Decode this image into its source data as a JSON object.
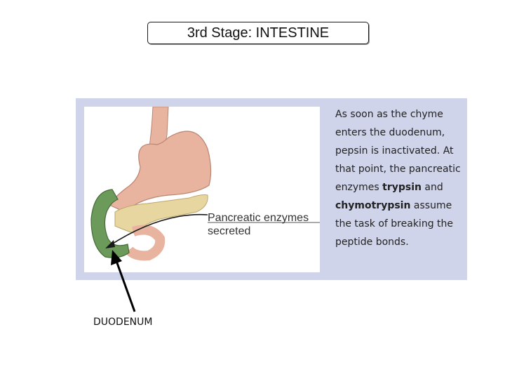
{
  "title": "3rd Stage: INTESTINE",
  "figure": {
    "enzyme_label": "Pancreatic enzymes\nsecreted",
    "caption": {
      "part1": "As soon as the chyme enters the duodenum, pepsin is inactivated. At that point, the pancreatic enzymes ",
      "term1": "trypsin",
      "part2": " and ",
      "term2": "chymotrypsin",
      "part3": " assume the task of breaking the peptide bonds."
    }
  },
  "annotation": {
    "label": "DUODENUM"
  },
  "colors": {
    "panel_background": "#cfd4ea",
    "stomach": "#e8b39f",
    "duodenum": "#6b9a5a",
    "pancreas": "#e8d6a0"
  }
}
